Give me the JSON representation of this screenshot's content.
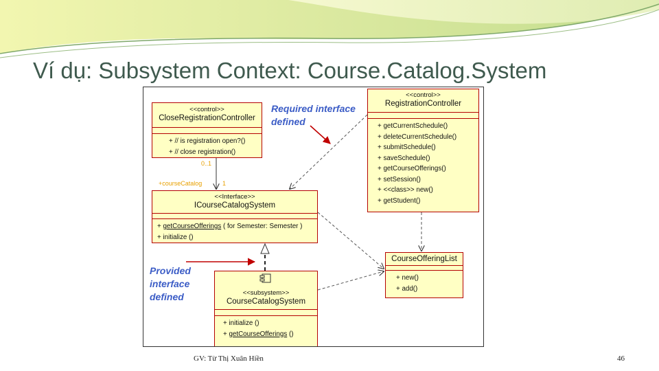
{
  "slide": {
    "title": "Ví dụ: Subsystem Context: Course.Catalog.System",
    "footer_author": "GV: Từ Thị Xuân Hiền",
    "page_number": "46"
  },
  "diagram": {
    "notes": {
      "required": [
        "Required interface",
        "defined"
      ],
      "provided": [
        "Provided",
        "interface",
        "defined"
      ]
    },
    "association": {
      "multiplicity_upper": "0..1",
      "role": "+courseCatalog",
      "multiplicity_lower": "1"
    },
    "classes": {
      "close_registration": {
        "stereotype": "<<control>>",
        "name": "CloseRegistrationController",
        "operations": [
          "+ // is registration open?()",
          "+ // close registration()"
        ]
      },
      "registration": {
        "stereotype": "<<control>>",
        "name": "RegistrationController",
        "operations": [
          "+ getCurrentSchedule()",
          "+ deleteCurrentSchedule()",
          "+ submitSchedule()",
          "+ saveSchedule()",
          "+ getCourseOfferings()",
          "+ setSession()",
          "+ <<class>> new()",
          "+ getStudent()"
        ]
      },
      "icatalog": {
        "stereotype": "<<Interface>>",
        "name": "ICourseCatalogSystem",
        "op1_prefix": "+ ",
        "op1_name": "getCourseOfferings",
        "op1_rest": "( for Semester: Semester )",
        "op2": "+ initialize ()"
      },
      "offering_list": {
        "name": "CourseOfferingList",
        "operations": [
          "+ new()",
          "+ add()"
        ]
      },
      "subsystem": {
        "stereotype": "<<subsystem>>",
        "name": "CourseCatalogSystem",
        "op1": "+ initialize ()",
        "op2_prefix": "+ ",
        "op2_name": "getCourseOfferings",
        "op2_rest": " ()"
      }
    },
    "colors": {
      "box_fill": "#ffffc4",
      "box_border": "#b40000",
      "note_text": "#3b5cc6",
      "note_arrow": "#c00000",
      "association_label": "#e8a000"
    }
  }
}
